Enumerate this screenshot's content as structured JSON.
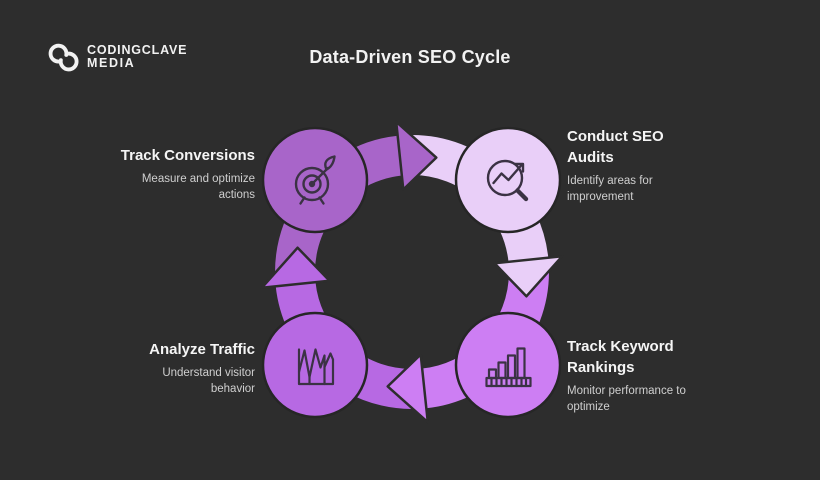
{
  "brand": {
    "name_line1": "CODINGCLAVE",
    "name_line2": "MEDIA"
  },
  "title": "Data-Driven SEO Cycle",
  "colors": {
    "background": "#2d2d2d",
    "heading_text": "#f5f5f5",
    "subtitle_text": "#cfcfcf",
    "icon_stroke": "#3b3244",
    "circle_outline": "#262626"
  },
  "cycle": {
    "direction": "clockwise",
    "steps": [
      {
        "title": "Track Conversions",
        "description": "Measure and optimize actions",
        "icon": "target-dart-icon",
        "color": "#a865c9",
        "position": "top-left"
      },
      {
        "title": "Conduct SEO Audits",
        "description": "Identify areas for improvement",
        "icon": "magnifier-trend-icon",
        "color": "#e9cff8",
        "position": "top-right"
      },
      {
        "title": "Track Keyword Rankings",
        "description": "Monitor performance to optimize",
        "icon": "bar-chart-icon",
        "color": "#cd7ef3",
        "position": "bottom-right"
      },
      {
        "title": "Analyze Traffic",
        "description": "Understand visitor behavior",
        "icon": "line-chart-icon",
        "color": "#b769e3",
        "position": "bottom-left"
      }
    ]
  }
}
